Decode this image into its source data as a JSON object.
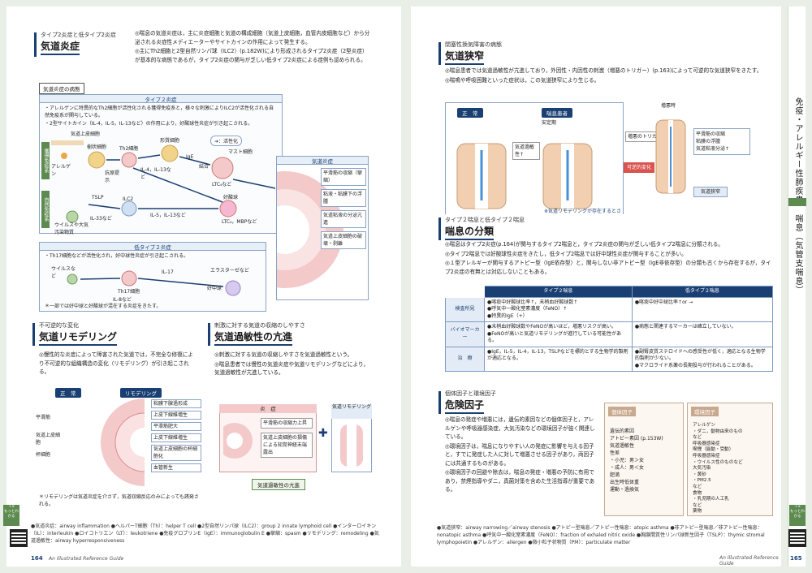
{
  "left_page": {
    "number": "164",
    "guide": "An Illustrated Reference Guide",
    "sec1": {
      "subtitle": "タイプ2炎症と低タイプ2炎症",
      "title": "気道炎症",
      "para1": "◎喘息の気道炎症は，主に炎症細胞と気道の構成細胞（気道上皮細胞，血管内皮細胞など）から分泌される炎症性メディエーターやサイトカインの作用によって発生する。",
      "para2": "◎主にTh2細胞と2型自然リンパ球（ILC2）(p.182W)により形成されるタイプ2炎症（2型炎症）が基本的な病態であるが，タイプ2炎症の関与が乏しい低タイプ2炎症による症例も認められる。",
      "fig_label": "気道炎症の病態",
      "t2_head": "タイプ２炎症",
      "t2_b1": "・アレルゲンに特異的なTh2細胞が活性化される獲得免疫系と，様々な刺激によりILC2が活性化される自然免疫系が関与している。",
      "t2_b2": "・2型サイトカイン（IL-4，IL-5，IL-13など）の作用により，好酸球性炎症が引き起こされる。",
      "acquired": "獲得免疫系",
      "innate": "自然免疫系",
      "legend": "：活性化",
      "lbl_epi": "気道上皮細胞",
      "lbl_allergen": "アレルゲン",
      "lbl_dc": "樹状細胞",
      "lbl_ag": "抗原提示",
      "lbl_th2": "Th2細胞",
      "lbl_plasma": "形質細胞",
      "lbl_il413": "IL-4，IL-13など",
      "lbl_ige": "IgE",
      "lbl_bind": "結合",
      "lbl_mast": "マスト細胞",
      "lbl_ltc4": "LTC₄など",
      "lbl_tslp": "TSLP",
      "lbl_ilc2": "ILC2",
      "lbl_il513": "IL-5，IL-13など",
      "lbl_il33": "IL-33など",
      "lbl_eos": "好酸球",
      "lbl_ltc4mbp": "LTC₄，MBPなど",
      "lbl_virus": "ウイルスや大気汚染物質",
      "airway_head": "気道炎症",
      "airway_items": [
        "平滑筋の収縮（攣縮）",
        "粘液・粘膜下の浮腫",
        "気道粘液の分泌亢進",
        "気道上皮細胞の破壊・剥離"
      ],
      "low_head": "低タイプ２炎症",
      "low_b1": "・Th17細胞などが活性化され，好中球性炎症が引き起こされる。",
      "low_virus": "ウイルスなど",
      "low_il17": "IL-17",
      "low_th17": "Th17細胞",
      "low_il8": "IL-8など",
      "low_elast": "エラスターゼなど",
      "low_neut": "好中球",
      "low_foot": "＊一部では好中球と好酸球が混在する炎症をきたす。"
    },
    "sec2": {
      "subtitle": "不可逆的な変化",
      "title": "気道リモデリング",
      "para1": "◎慢性的な炎症によって障害された気道では，不完全な修復により不可逆的な組織構造の変化（リモデリング）が引き起こされる。",
      "normal": "正　常",
      "remod": "リモデリング",
      "left_lbls": [
        "平滑筋",
        "気道上皮細胞",
        "杯細胞"
      ],
      "right_lbls": [
        "粘膜下腺過形成",
        "上皮下線維増生",
        "平滑筋肥大",
        "上皮下線維増生",
        "気道上皮細胞の杯細胞化",
        "血管新生"
      ],
      "foot": "＊リモデリングは気道炎症を介さず，気道収縮反応のみによっても誘発される。"
    },
    "sec3": {
      "subtitle": "刺激に対する気道の収縮のしやすさ",
      "title": "気道過敏性の亢進",
      "para1": "◎刺激に対する気道の収縮しやすさを気道過敏性という。",
      "para2": "◎喘息患者では慢性の気道炎症や気道リモデリングなどにより，気道過敏性が亢進している。",
      "inflam": "炎　症",
      "remod": "気道リモデリング",
      "items": [
        "平滑筋の収縮力上昇",
        "気道上皮細胞の損傷による知覚神経末端露出"
      ],
      "result": "気道過敏性の亢進"
    },
    "glossary": "●気道炎症：airway inflammation ●ヘルパーT細胞（Th）：helper T cell ●2型自然リンパ球（ILC2）：group 2 innate lymphoid cell ●インターロイキン（IL）：interleukin ●ロイコトリエン（LT）：leukotriene ●免疫グロブリンE（IgE）：immunoglobulin E ●攣縮：spasm ●リモデリング：remodeling ●気道過敏性：airway hyperresponsiveness"
  },
  "right_page": {
    "number": "165",
    "guide": "An Illustrated Reference Guide",
    "sec1": {
      "subtitle": "閉塞性換気障害の病態",
      "title": "気道狭窄",
      "para1": "◎喘息患者では気道過敏性が亢進しており，外因性・内因性の刺激（増悪のトリガー）(p.163)によって可逆的な気道狭窄をきたす。",
      "para2": "◎喘鳴や呼吸困難といった症状は，この気道狭窄により生じる。",
      "normal": "正　常",
      "patient": "喘息患者",
      "stable": "安定期",
      "exac": "増悪時",
      "hyper": "気道過敏性↑",
      "trigger": "増悪のトリガー",
      "reversible": "可逆的変化",
      "items": [
        "平滑筋の収縮",
        "粘膜の浮腫",
        "気道粘液分泌↑"
      ],
      "result": "気道狭窄",
      "note": "※気道リモデリングが存在するとさらに気道狭窄が亢進する。"
    },
    "sec2": {
      "subtitle": "タイプ２喘息と低タイプ２喘息",
      "title": "喘息の分類",
      "para1": "◎喘息はタイプ2炎症(p.164)が関与するタイプ2喘息と，タイプ2炎症の関与が乏しい低タイプ2喘息に分類される。",
      "para2": "◎タイプ2喘息では好酸球性炎症をきたし，低タイプ2喘息では好中球性炎症が関与することが多い。",
      "para3": "◎１型アレルギーが関与するアトピー型（IgE依存型）と，関与しない非アトピー型（IgE非依存型）の分類も古くから存在するが，タイプ2炎症の有無とは対応しないこともある。",
      "col_t2": "タイプ２喘息",
      "col_low": "低タイプ２喘息",
      "rows": [
        {
          "head": "検査所見",
          "t2": "●喀痰中好酸球比率↑，末梢血好酸球数↑\n●呼気中一酸化窒素濃度（FeNO）↑\n●特異的IgE（+）",
          "low": "●喀痰中好中球比率↑or →"
        },
        {
          "head": "バイオマーカー",
          "t2": "●末梢血好酸球数やFeNOが高いほど，増悪リスクが高い。\n●FeNOが高いと気道リモデリングが進行している可能性がある。",
          "low": "●病態と関連するマーカーは確立していない。"
        },
        {
          "head": "治　療",
          "t2": "●IgE，IL-5，IL-4，IL-13，TSLPなどを標的とする生物学的製剤が適応となる。",
          "low": "●副腎皮質ステロイドへの感受性が低く，適応となる生物学的製剤が少ない。\n●マクロライド系薬の長期投与が行われることがある。"
        }
      ]
    },
    "sec3": {
      "subtitle": "個体因子と環境因子",
      "title": "危険因子",
      "para1": "◎喘息の発症や増悪には，遺伝的素因などの個体因子と，アレルゲンや呼吸器感染症，大気汚染などの環境因子が強く関連している。",
      "para2": "◎環境因子は，喘息になりやすい人の発症に影響を与える因子と，すでに発症した人に対して増悪させる因子があり，両因子には共通するものがある。",
      "para3": "◎環境因子の回避や除去は，喘息の発症・増悪の予防に有用であり，禁煙指導やダニ，真菌対策を含めた生活指導が重要である。",
      "ind_head": "個体因子",
      "ind_items": [
        "遺伝的素因",
        "アトピー素因 (p.153W)",
        "気道過敏性",
        "性差",
        "・小児：男＞女",
        "・成人：男＜女",
        "肥満",
        "出生時低体重",
        "運動・過換気"
      ],
      "env_head": "環境因子",
      "env_items": [
        "アレルゲン",
        "・ダニ，動物由来のもの",
        "など",
        "呼吸器感染症",
        "喫煙（能動・受動）",
        "呼吸器感染症",
        "・ウイルス性のものなど",
        "大気汚染",
        "・黄砂",
        "・PM2.5",
        "など",
        "食物",
        "・乳児期の人工乳",
        "など",
        "薬物"
      ]
    },
    "glossary": "●気道狭窄：airway narrowing／airway stenosis ●アトピー型喘息／アトピー性喘息：atopic asthma ●非アトピー型喘息／非アトピー性喘息：nonatopic asthma ●呼気中一酸化窒素濃度（FeNO）：fraction of exhaled nitric oxide ●胸腺間質性リンパ球新生因子（TSLP）：thymic stromal lymphopoietin ●アレルゲン：allergen ●微小粒子状物質（PM）：particulate matter"
  },
  "sidebar": {
    "chapter": "免疫・アレルギー性肺疾患",
    "section": "喘息（気管支喘息）",
    "badge_top": "＋α\nもっとわかる",
    "badge_bot": "＋α\nもっとわかる"
  },
  "colors": {
    "navy": "#1a3f73",
    "green": "#5d8a4f",
    "pink": "#f4c9c9",
    "red": "#c33"
  }
}
